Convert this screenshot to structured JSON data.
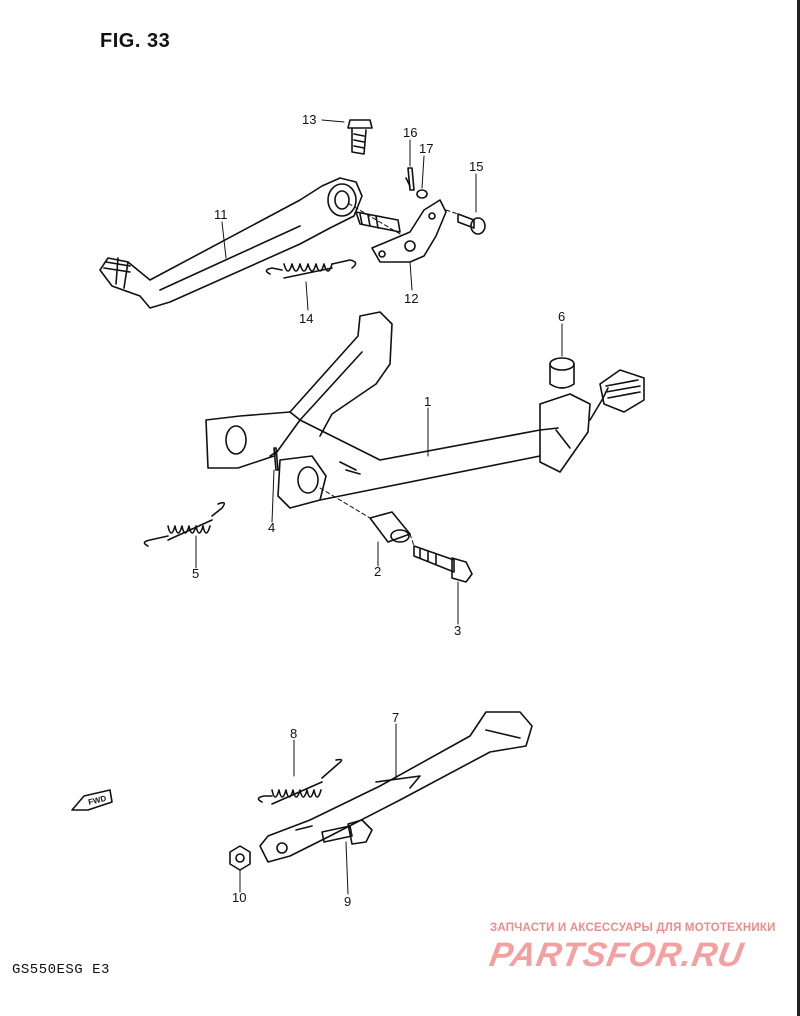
{
  "figure": {
    "title": "FIG. 33",
    "model": "GS550ESG  E3",
    "fwd_label": "FWD"
  },
  "callouts": {
    "c1": "1",
    "c2": "2",
    "c3": "3",
    "c4": "4",
    "c5": "5",
    "c6": "6",
    "c7": "7",
    "c8": "8",
    "c9": "9",
    "c10": "10",
    "c11": "11",
    "c12": "12",
    "c13": "13",
    "c14": "14",
    "c15": "15",
    "c16": "16",
    "c17": "17"
  },
  "watermark": {
    "tagline": "ЗАПЧАСТИ И АКСЕССУАРЫ ДЛЯ МОТОТЕХНИКИ",
    "logo": "PARTSFOR.RU",
    "color": "#f4a0a0"
  }
}
